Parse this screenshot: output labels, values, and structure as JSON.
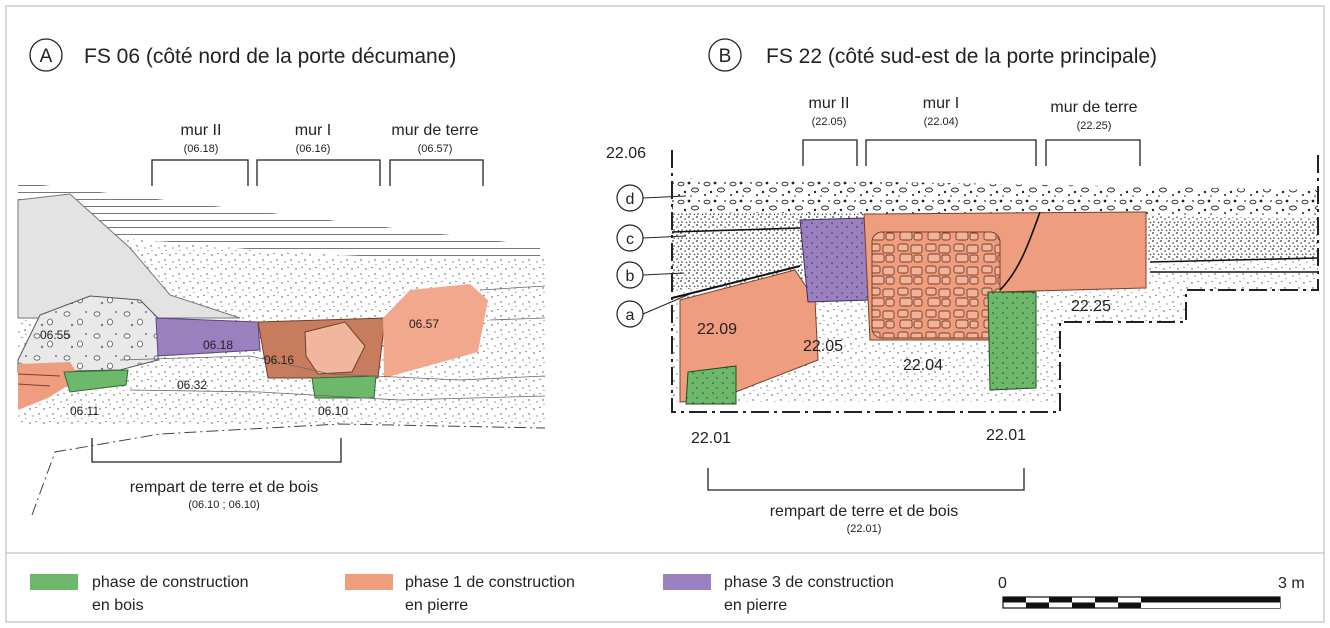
{
  "panel_a": {
    "letter": "A",
    "title": "FS 06 (côté nord de la porte décumane)",
    "walls": [
      {
        "name": "mur II",
        "code": "(06.18)"
      },
      {
        "name": "mur I",
        "code": "(06.16)"
      },
      {
        "name": "mur de terre",
        "code": "(06.57)"
      }
    ],
    "layers": {
      "l0655": "06.55",
      "l0618": "06.18",
      "l0616": "06.16",
      "l0657": "06.57",
      "l0632": "06.32",
      "l0611": "06.11",
      "l0610": "06.10"
    },
    "rampart": {
      "name": "rempart de terre et de bois",
      "code": "(06.10 ; 06.10)"
    }
  },
  "panel_b": {
    "letter": "B",
    "title": "FS 22 (côté sud-est de la porte principale)",
    "walls": [
      {
        "name": "mur II",
        "code": "(22.05)"
      },
      {
        "name": "mur I",
        "code": "(22.04)"
      },
      {
        "name": "mur de terre",
        "code": "(22.25)"
      }
    ],
    "section_label": "22.06",
    "markers": [
      "d",
      "c",
      "b",
      "a"
    ],
    "layers": {
      "l2209": "22.09",
      "l2205": "22.05",
      "l2204": "22.04",
      "l2225": "22.25",
      "l2201a": "22.01",
      "l2201b": "22.01"
    },
    "rampart": {
      "name": "rempart de terre et de bois",
      "code": "(22.01)"
    }
  },
  "legend": [
    {
      "color": "#6db86b",
      "line1": "phase de construction",
      "line2": "en bois"
    },
    {
      "color": "#ee9d7f",
      "line1": "phase 1 de construction",
      "line2": "en pierre"
    },
    {
      "color": "#9b80c0",
      "line1": "phase 3 de construction",
      "line2": "en pierre"
    }
  ],
  "scale": {
    "start": "0",
    "end": "3 m"
  },
  "colors": {
    "wood": "#6db86b",
    "stone1": "#ee9d7f",
    "stone1_dark": "#cc7e62",
    "stone3": "#9b80c0",
    "grey_fill": "#e6e6e6"
  }
}
